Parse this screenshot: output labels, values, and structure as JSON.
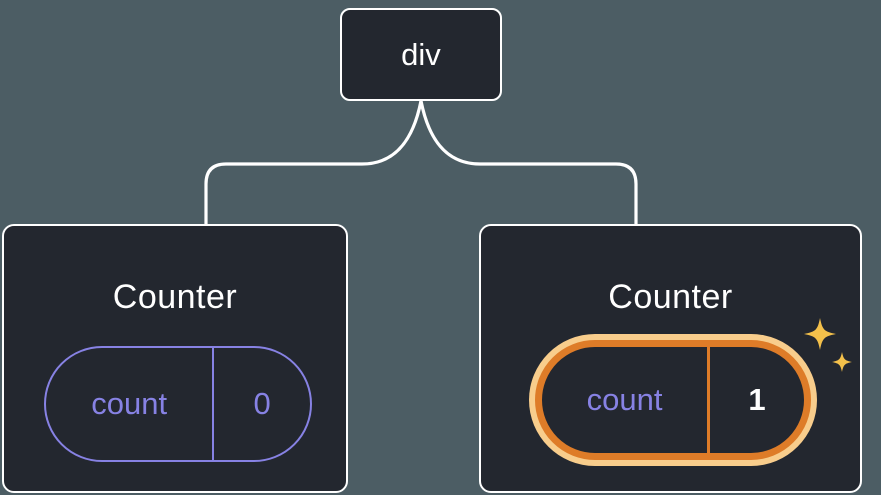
{
  "diagram": {
    "root": {
      "label": "div"
    },
    "children": [
      {
        "title": "Counter",
        "state": {
          "label": "count",
          "value": "0"
        },
        "highlighted": false
      },
      {
        "title": "Counter",
        "state": {
          "label": "count",
          "value": "1"
        },
        "highlighted": true
      }
    ]
  },
  "icons": {
    "sparkles": "sparkles-icon"
  },
  "colors": {
    "canvas_bg": "#4C5D64",
    "node_bg": "#23272F",
    "node_border": "#FFFFFF",
    "connector": "#FFFFFF",
    "state_accent": "#8782E4",
    "highlight_orange": "#DE7C28",
    "highlight_halo": "#F8CD8C",
    "highlight_value_color": "#FFFFFF",
    "sparkle_gold": "#F3C04B"
  }
}
